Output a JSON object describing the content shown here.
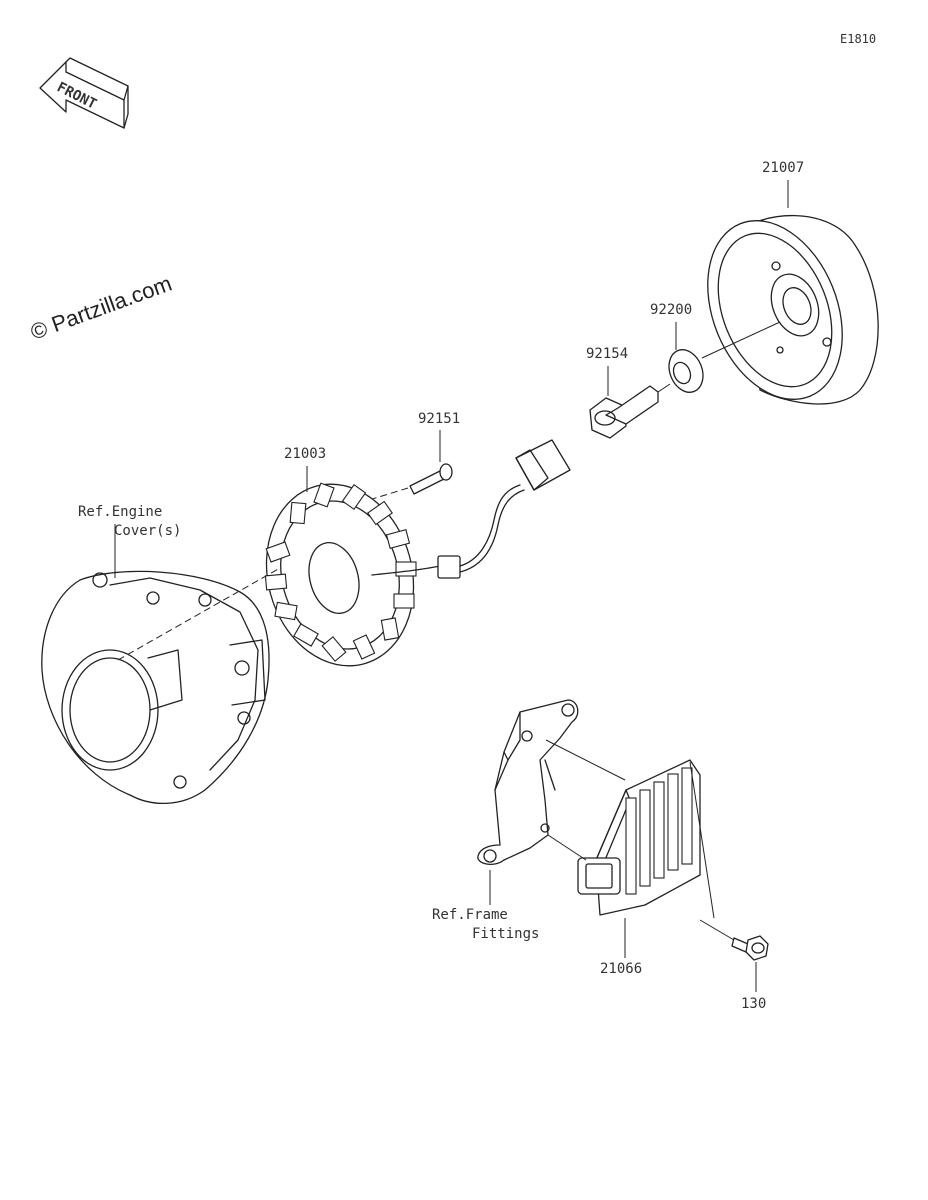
{
  "diagram_code": "E1810",
  "watermark": "© Partzilla.com",
  "front_arrow": {
    "label": "FRONT"
  },
  "parts": [
    {
      "key": "flywheel",
      "number": "21007"
    },
    {
      "key": "washer",
      "number": "92200"
    },
    {
      "key": "flywheel-bolt",
      "number": "92154"
    },
    {
      "key": "stator-bolt",
      "number": "92151"
    },
    {
      "key": "stator",
      "number": "21003"
    },
    {
      "key": "regulator",
      "number": "21066"
    },
    {
      "key": "regulator-bolt",
      "number": "130"
    }
  ],
  "references": {
    "engine_cover": {
      "line1": "Ref.Engine",
      "line2": "Cover(s)"
    },
    "frame_fittings": {
      "line1": "Ref.Frame",
      "line2": "Fittings"
    }
  }
}
